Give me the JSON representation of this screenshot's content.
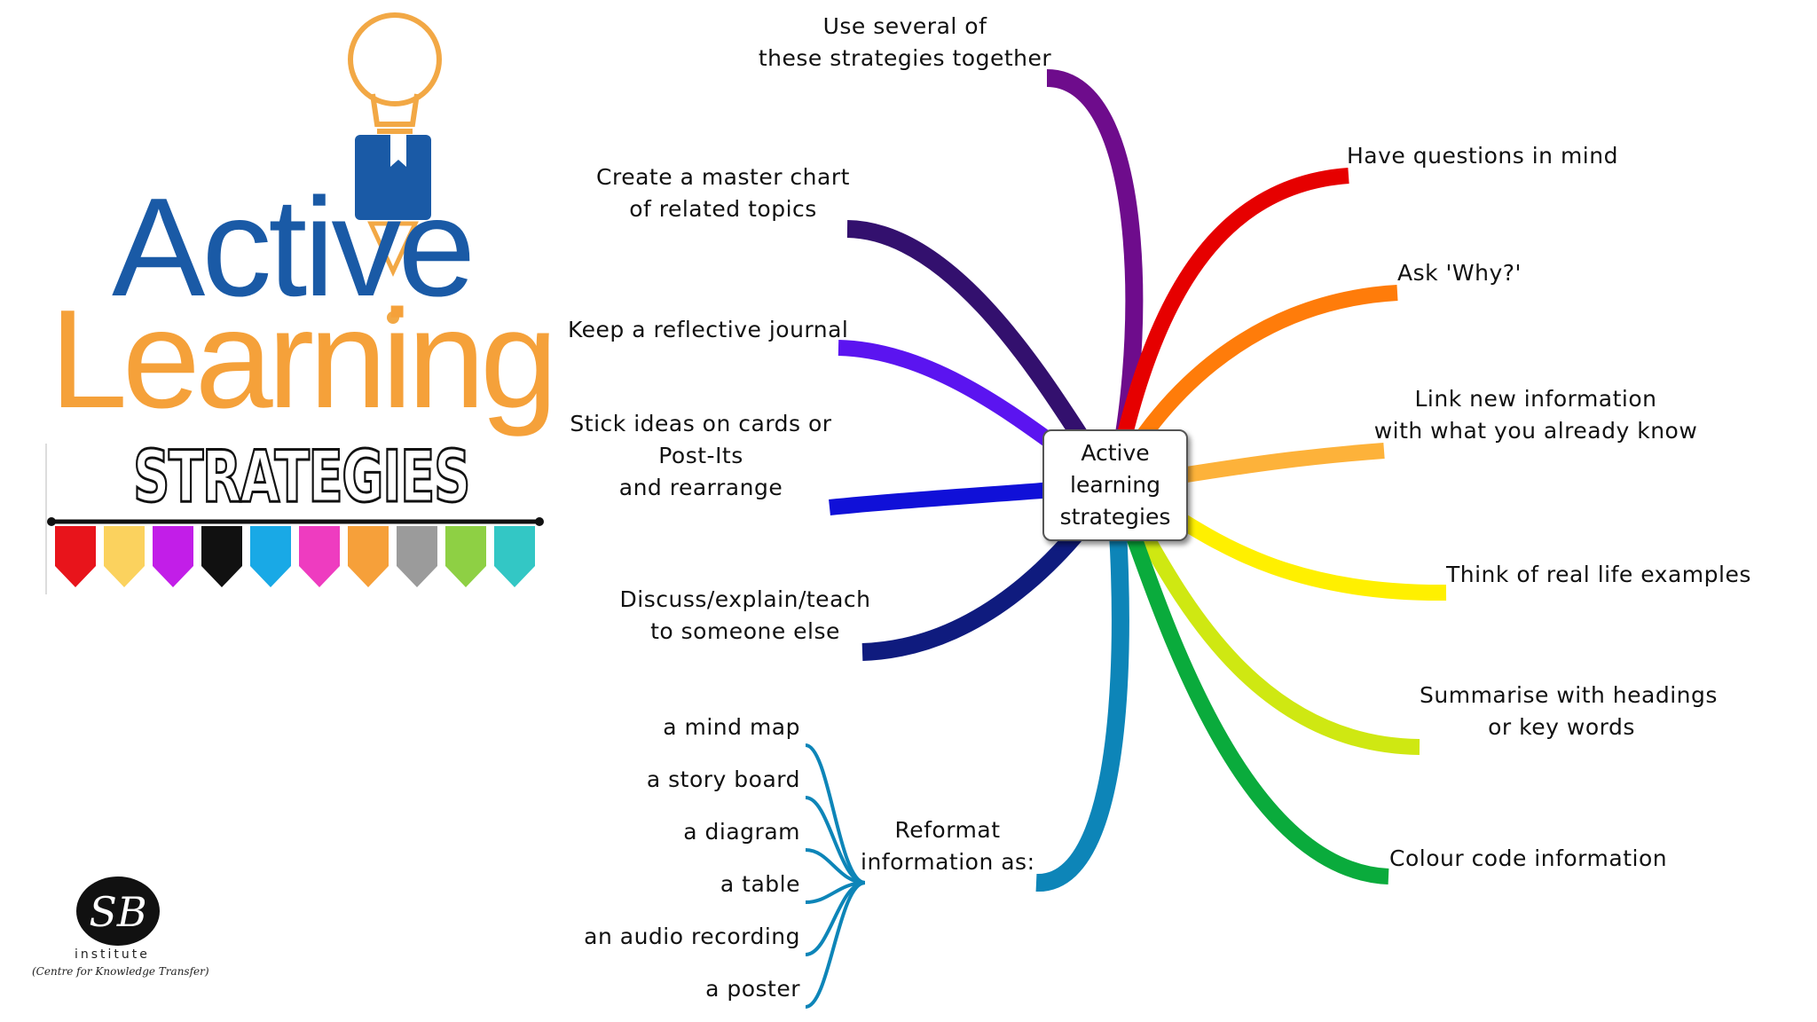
{
  "logo": {
    "word1": "Active",
    "word2": "Learning",
    "word3": "STRATEGIES",
    "pennant_colors": [
      "#e8141b",
      "#fbd25e",
      "#c21ee8",
      "#111111",
      "#19a9e6",
      "#ee3cc0",
      "#f6a03a",
      "#9b9b9b",
      "#8ed044",
      "#33c7c5"
    ]
  },
  "center": {
    "line1": "Active",
    "line2": "learning",
    "line3": "strategies"
  },
  "branches": [
    {
      "id": "several",
      "lines": [
        "Use several of",
        "these strategies together"
      ],
      "color": "#6e0c8c"
    },
    {
      "id": "questions",
      "lines": [
        "Have questions in mind"
      ],
      "color": "#e60000"
    },
    {
      "id": "why",
      "lines": [
        "Ask 'Why?'"
      ],
      "color": "#ff7c0a"
    },
    {
      "id": "link",
      "lines": [
        "Link new information",
        "with what you already know"
      ],
      "color": "#fdb23a"
    },
    {
      "id": "real",
      "lines": [
        "Think of real life examples"
      ],
      "color": "#fff000"
    },
    {
      "id": "summarise",
      "lines": [
        "Summarise with headings",
        "or key words"
      ],
      "color": "#cfe812"
    },
    {
      "id": "colour",
      "lines": [
        "Colour code information"
      ],
      "color": "#0aab3c"
    },
    {
      "id": "reformat",
      "lines": [
        "Reformat",
        "information as:"
      ],
      "color": "#0d85b8"
    },
    {
      "id": "discuss",
      "lines": [
        "Discuss/explain/teach",
        "to someone else"
      ],
      "color": "#0f1b7e"
    },
    {
      "id": "stick",
      "lines": [
        "Stick ideas on cards or",
        "Post-Its",
        "and rearrange"
      ],
      "color": "#1010d8"
    },
    {
      "id": "journal",
      "lines": [
        "Keep a reflective journal"
      ],
      "color": "#5b14f0"
    },
    {
      "id": "master",
      "lines": [
        "Create a master chart",
        "of related topics"
      ],
      "color": "#33106e"
    }
  ],
  "reformat_items": [
    "a mind map",
    "a story board",
    "a diagram",
    "a table",
    "an audio recording",
    "a poster"
  ],
  "footer_logo": {
    "mark": "SB",
    "name": "institute",
    "tagline": "(Centre for Knowledge Transfer)"
  }
}
